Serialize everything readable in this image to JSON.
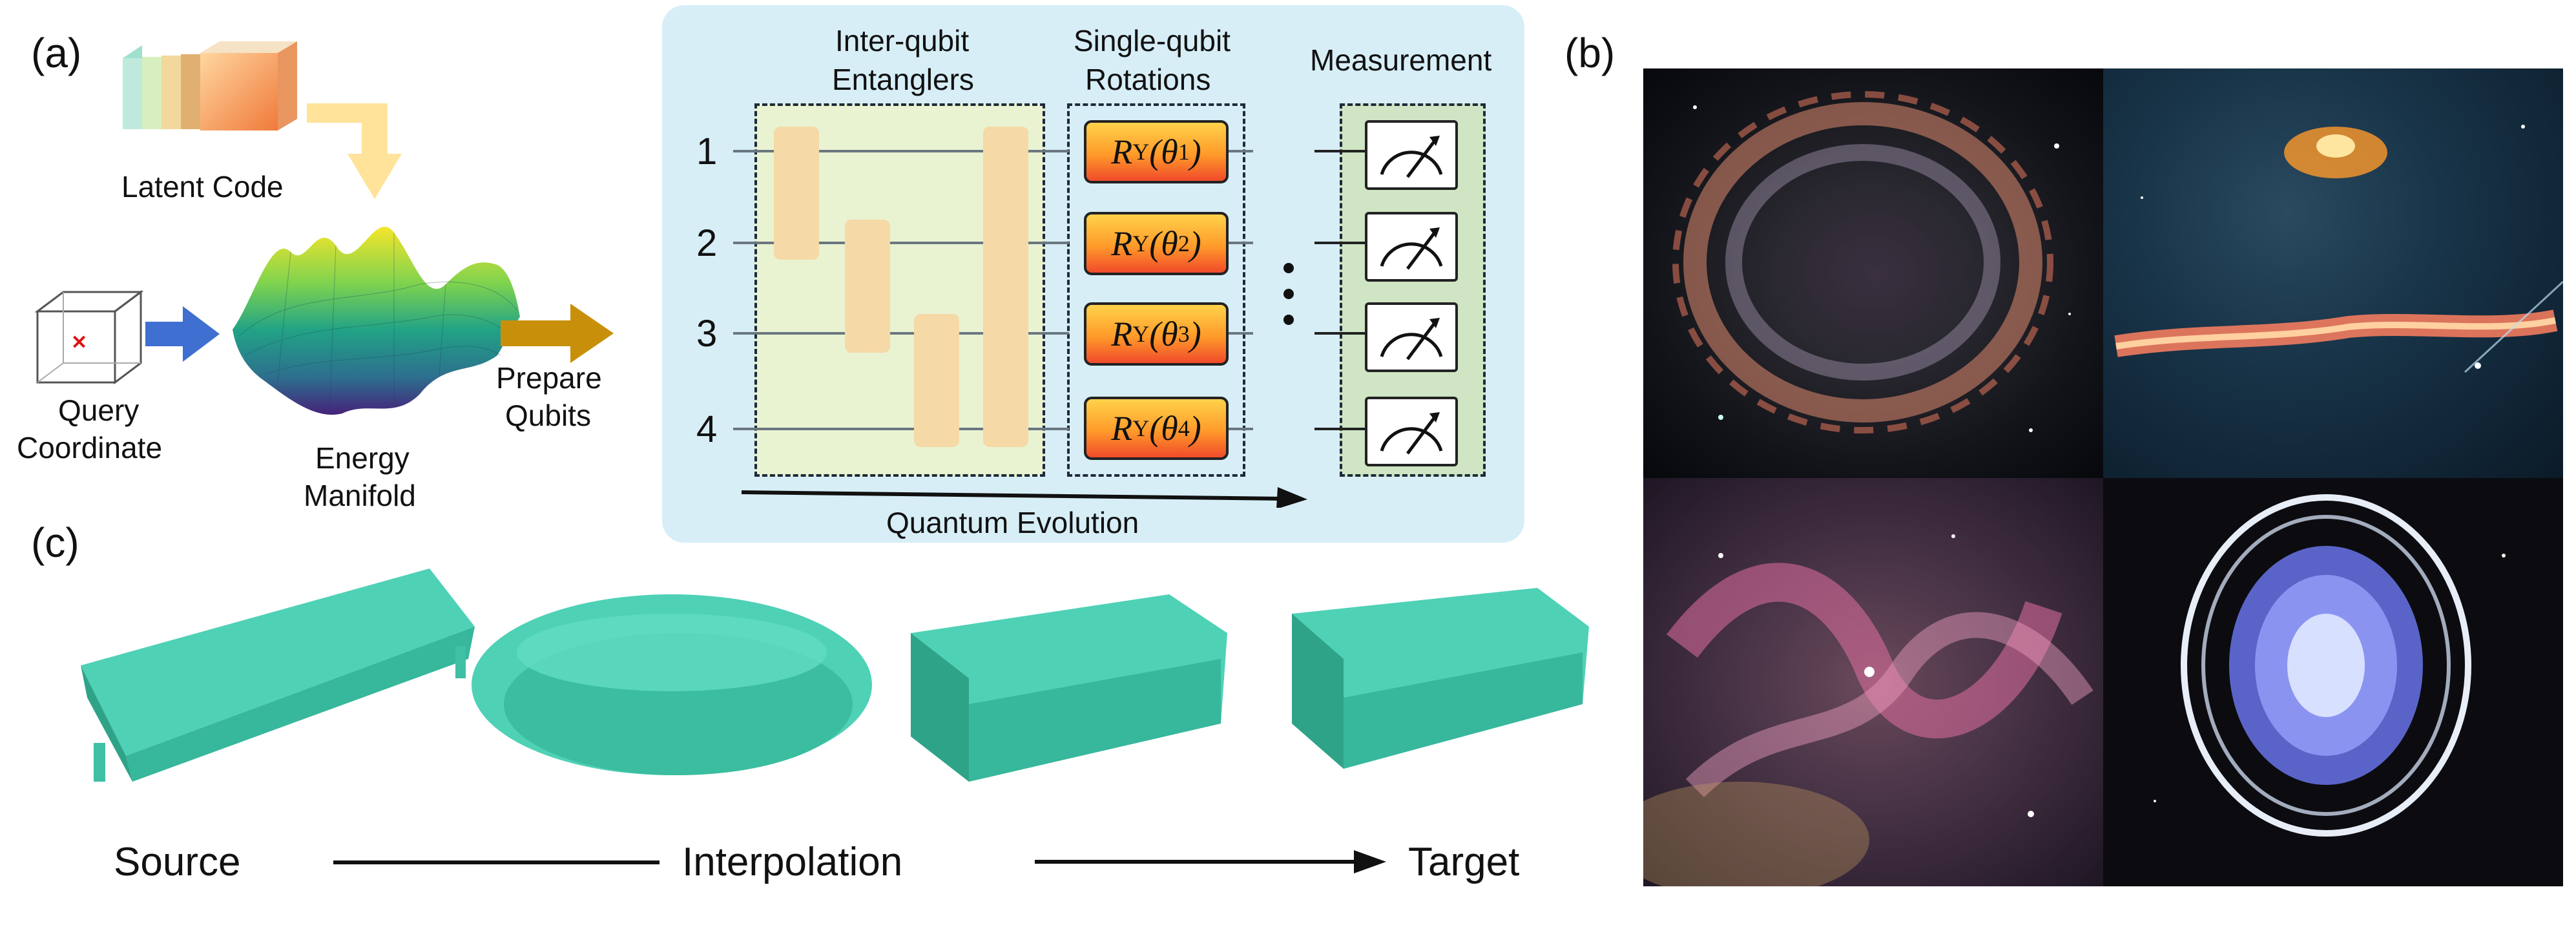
{
  "panels": {
    "a": "(a)",
    "b": "(b)",
    "c": "(c)"
  },
  "panel_a": {
    "latent_code": "Latent Code",
    "query_line1": "Query",
    "query_line2": "Coordinate",
    "energy_line1": "Energy",
    "energy_line2": "Manifold",
    "prepare_line1": "Prepare",
    "prepare_line2": "Qubits"
  },
  "circuit": {
    "entanglers_line1": "Inter-qubit",
    "entanglers_line2": "Entanglers",
    "rotations_line1": "Single-qubit",
    "rotations_line2": "Rotations",
    "measurement": "Measurement",
    "evolution": "Quantum Evolution",
    "qubits": [
      "1",
      "2",
      "3",
      "4"
    ],
    "rotation_base": "R",
    "rotation_sub": "Y",
    "theta_subs": [
      "1",
      "2",
      "3",
      "4"
    ]
  },
  "panel_c": {
    "source": "Source",
    "interpolation": "Interpolation",
    "target": "Target"
  },
  "colors": {
    "circuit_bg": "#d7eef7",
    "entangler_box": "#e9f3d2",
    "measurement_box": "#cfe5c4",
    "sofa": "#4fd1b6",
    "arrow_blue": "#3f6fd0",
    "arrow_gold": "#c8900a",
    "arrow_yellow": "#ffe39a"
  },
  "icons": [
    "cube-icon",
    "meter-icon",
    "arrow-right-icon",
    "arrow-down-icon"
  ]
}
